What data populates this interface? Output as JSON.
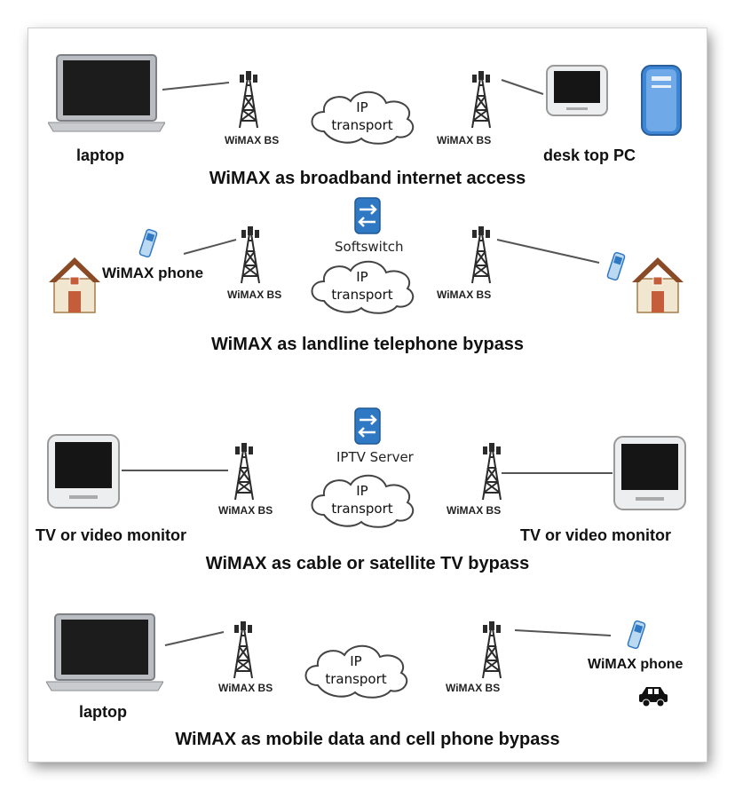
{
  "scenarios": [
    {
      "caption": "WiMAX as broadband internet access",
      "left_device": "laptop",
      "left_label": "laptop",
      "left_bs": "WiMAX BS",
      "cloud": {
        "line1": "IP",
        "line2": "transport"
      },
      "right_bs": "WiMAX BS",
      "right_label": "desk top PC"
    },
    {
      "caption": "WiMAX as landline telephone bypass",
      "server_label": "Softswitch",
      "left_label": "WiMAX phone",
      "left_bs": "WiMAX BS",
      "cloud": {
        "line1": "IP",
        "line2": "transport"
      },
      "right_bs": "WiMAX BS"
    },
    {
      "caption": "WiMAX as cable or satellite TV bypass",
      "server_label": "IPTV Server",
      "left_label": "TV or video monitor",
      "left_bs": "WiMAX BS",
      "cloud": {
        "line1": "IP",
        "line2": "transport"
      },
      "right_bs": "WiMAX BS",
      "right_label": "TV or video monitor"
    },
    {
      "caption": "WiMAX as mobile data and cell phone bypass",
      "left_label": "laptop",
      "left_bs": "WiMAX BS",
      "cloud": {
        "line1": "IP",
        "line2": "transport"
      },
      "right_bs": "WiMAX BS",
      "right_label": "WiMAX phone"
    }
  ],
  "colors": {
    "accent": "#2f78c4",
    "house_roof": "#8a4a26",
    "house_wall": "#f1e6cf",
    "screen": "#1a1a1a"
  }
}
